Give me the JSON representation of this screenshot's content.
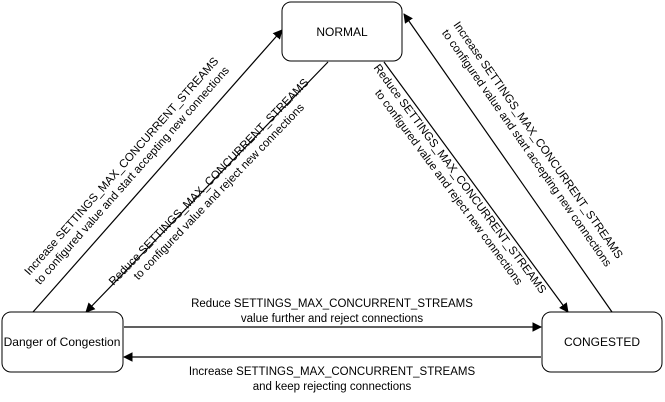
{
  "nodes": {
    "normal": "NORMAL",
    "danger": "Danger of Congestion",
    "congested": "CONGESTED"
  },
  "edges": {
    "danger_to_normal": [
      "Increase SETTINGS_MAX_CONCURRENT_STREAMS",
      "to configured value and start accepting new connections"
    ],
    "normal_to_danger": [
      "Reduce SETTINGS_MAX_CONCURRENT_STREAMS",
      "to configured value and reject new connections"
    ],
    "normal_to_congested": [
      "Reduce SETTINGS_MAX_CONCURRENT_STREAMS",
      "to configured value and reject new connections"
    ],
    "congested_to_normal": [
      "Increase SETTINGS_MAX_CONCURRENT_STREAMS",
      "to configured value and start accepting new connections"
    ],
    "danger_to_congested": [
      "Reduce SETTINGS_MAX_CONCURRENT_STREAMS",
      "value further and reject connections"
    ],
    "congested_to_danger": [
      "Increase SETTINGS_MAX_CONCURRENT_STREAMS",
      "and keep rejecting connections"
    ]
  },
  "colors": {
    "stroke": "#000000",
    "fill": "#ffffff",
    "text": "#000000"
  }
}
